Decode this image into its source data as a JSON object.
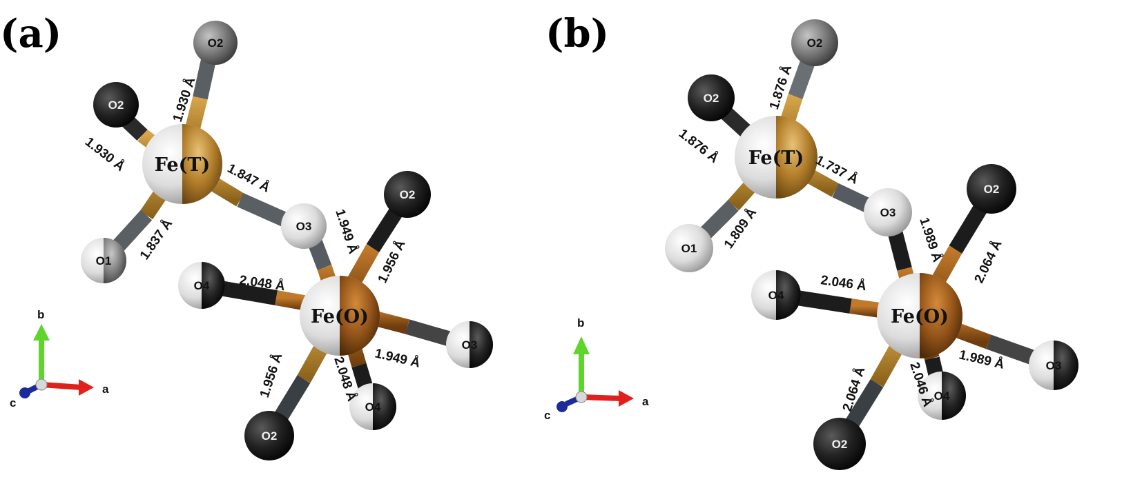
{
  "colors": {
    "fe_gold": "#b07d2a",
    "fe_dark_brown": "#8a4f14",
    "bond_gold": "#b68a2e",
    "bond_brown": "#9a5a1e",
    "bond_gray": "#555b61",
    "bond_black": "#1f1f1f",
    "atom_light": "#e9e9e9",
    "atom_gray": "#7c7c7c",
    "atom_black": "#1c1c1c",
    "axis_a": "#e0201c",
    "axis_b": "#5fd52c",
    "axis_c": "#1e2a9a"
  },
  "panels": [
    {
      "label": "(a)",
      "fe_t": "Fe(T)",
      "fe_o": "Fe(O)",
      "atoms": {
        "o1": "O1",
        "o2_top": "O2",
        "o2_left": "O2",
        "o2_right": "O2",
        "o2_bottom": "O2",
        "o3_bridge": "O3",
        "o3_right": "O3",
        "o4_left": "O4",
        "o4_bottom": "O4"
      },
      "bonds": {
        "t_o2_top": "1.930 Å",
        "t_o2_left": "1.930 Å",
        "t_o3": "1.847 Å",
        "t_o1": "1.837 Å",
        "o_o3_bridge": "1.949 Å",
        "o_o2_right": "1.956 Å",
        "o_o4_left": "2.048 Å",
        "o_o3_right": "1.949 Å",
        "o_o2_bottom": "1.956 Å",
        "o_o4_bottom": "2.048 Å"
      },
      "axes": {
        "a": "a",
        "b": "b",
        "c": "c"
      }
    },
    {
      "label": "(b)",
      "fe_t": "Fe(T)",
      "fe_o": "Fe(O)",
      "atoms": {
        "o1": "O1",
        "o2_top": "O2",
        "o2_left": "O2",
        "o2_right": "O2",
        "o2_bottom": "O2",
        "o3_bridge": "O3",
        "o3_right": "O3",
        "o4_left": "O4",
        "o4_bottom": "O4"
      },
      "bonds": {
        "t_o2_top": "1.876 Å",
        "t_o2_left": "1.876 Å",
        "t_o3": "1.737 Å",
        "t_o1": "1.809 Å",
        "o_o3_bridge": "1.989 Å",
        "o_o2_right": "2.064 Å",
        "o_o4_left": "2.046 Å",
        "o_o3_right": "1.989 Å",
        "o_o2_bottom": "2.064 Å",
        "o_o4_bottom": "2.046 Å"
      },
      "axes": {
        "a": "a",
        "b": "b",
        "c": "c"
      }
    }
  ]
}
